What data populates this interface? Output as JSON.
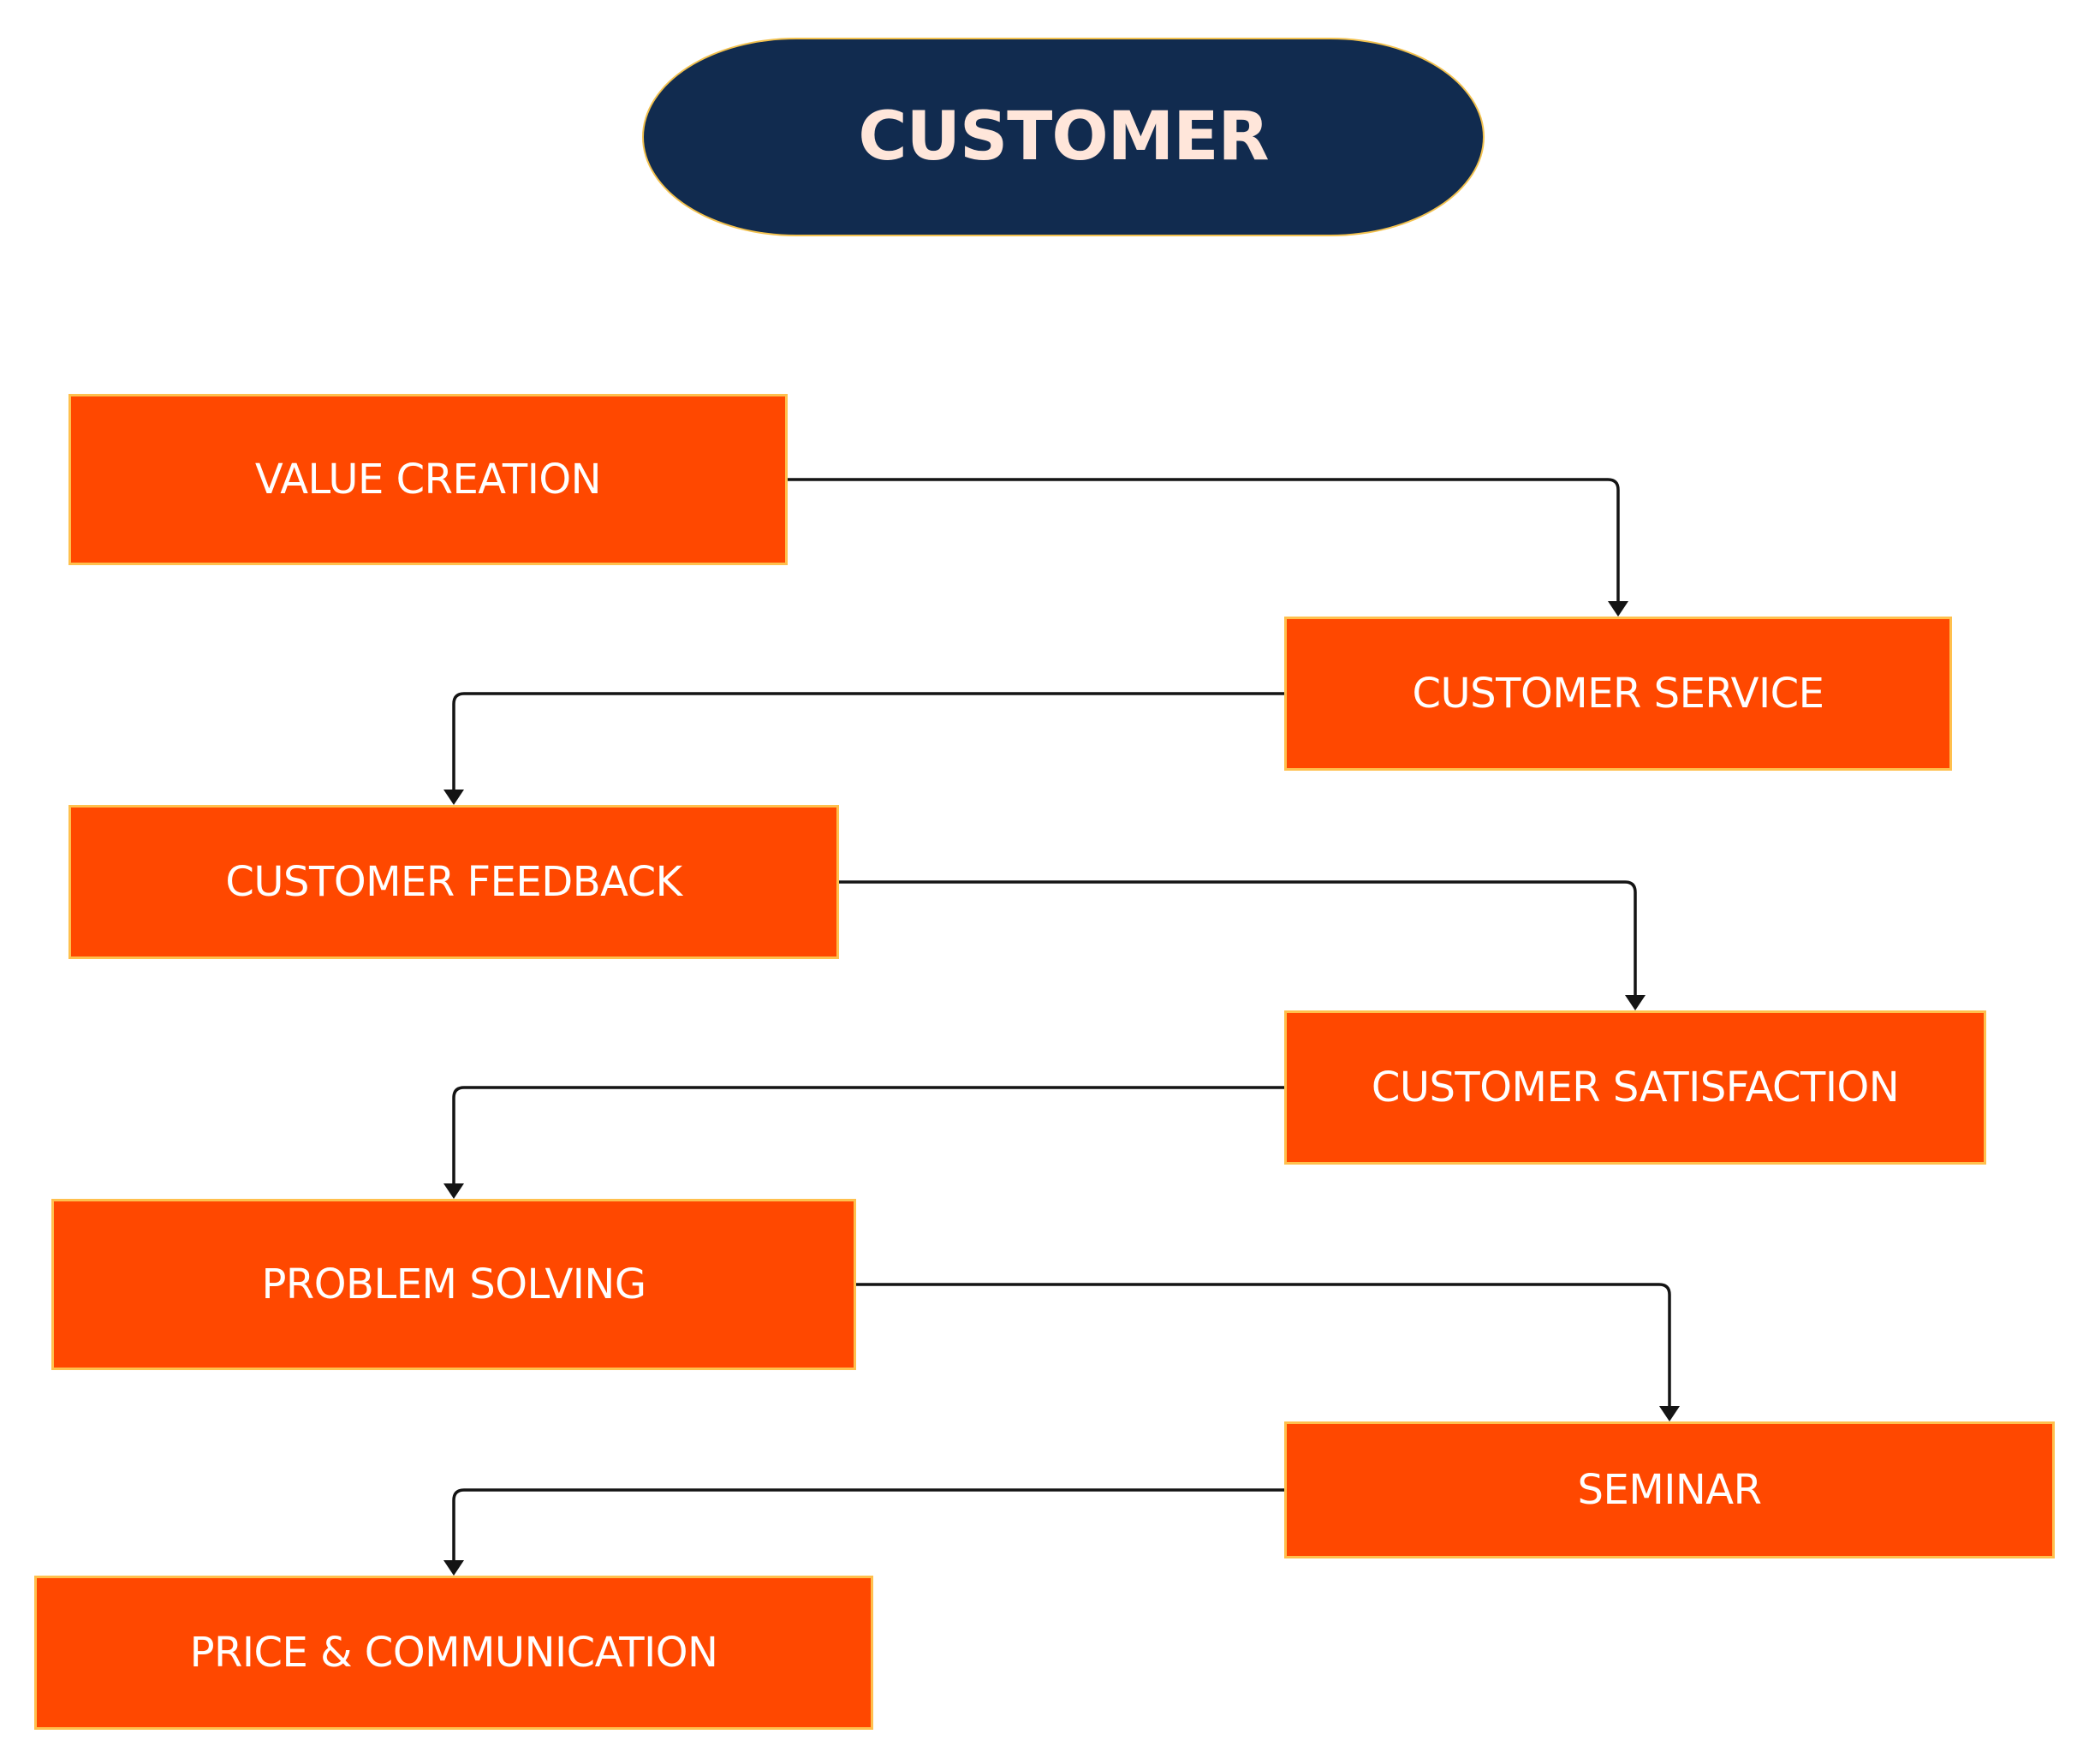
{
  "diagram": {
    "type": "flowchart",
    "title": "CUSTOMER",
    "colors": {
      "title_fill": "#112b4f",
      "title_text": "#ffe6da",
      "title_border": "#f2c14e",
      "node_fill": "#ff4800",
      "node_border": "#ffc04d",
      "node_text": "#ffffff",
      "edge": "#141414",
      "background": "#ffffff"
    },
    "nodes": [
      {
        "id": "value-creation",
        "label": "VALUE CREATION"
      },
      {
        "id": "customer-service",
        "label": "CUSTOMER SERVICE"
      },
      {
        "id": "customer-feedback",
        "label": "CUSTOMER FEEDBACK"
      },
      {
        "id": "customer-satisfaction",
        "label": "CUSTOMER SATISFACTION"
      },
      {
        "id": "problem-solving",
        "label": "PROBLEM SOLVING"
      },
      {
        "id": "seminar",
        "label": "SEMINAR"
      },
      {
        "id": "price-communication",
        "label": "PRICE & COMMUNICATION"
      }
    ],
    "edges": [
      {
        "from": "value-creation",
        "to": "customer-service"
      },
      {
        "from": "customer-service",
        "to": "customer-feedback"
      },
      {
        "from": "customer-feedback",
        "to": "customer-satisfaction"
      },
      {
        "from": "customer-satisfaction",
        "to": "problem-solving"
      },
      {
        "from": "problem-solving",
        "to": "seminar"
      },
      {
        "from": "seminar",
        "to": "price-communication"
      }
    ]
  }
}
